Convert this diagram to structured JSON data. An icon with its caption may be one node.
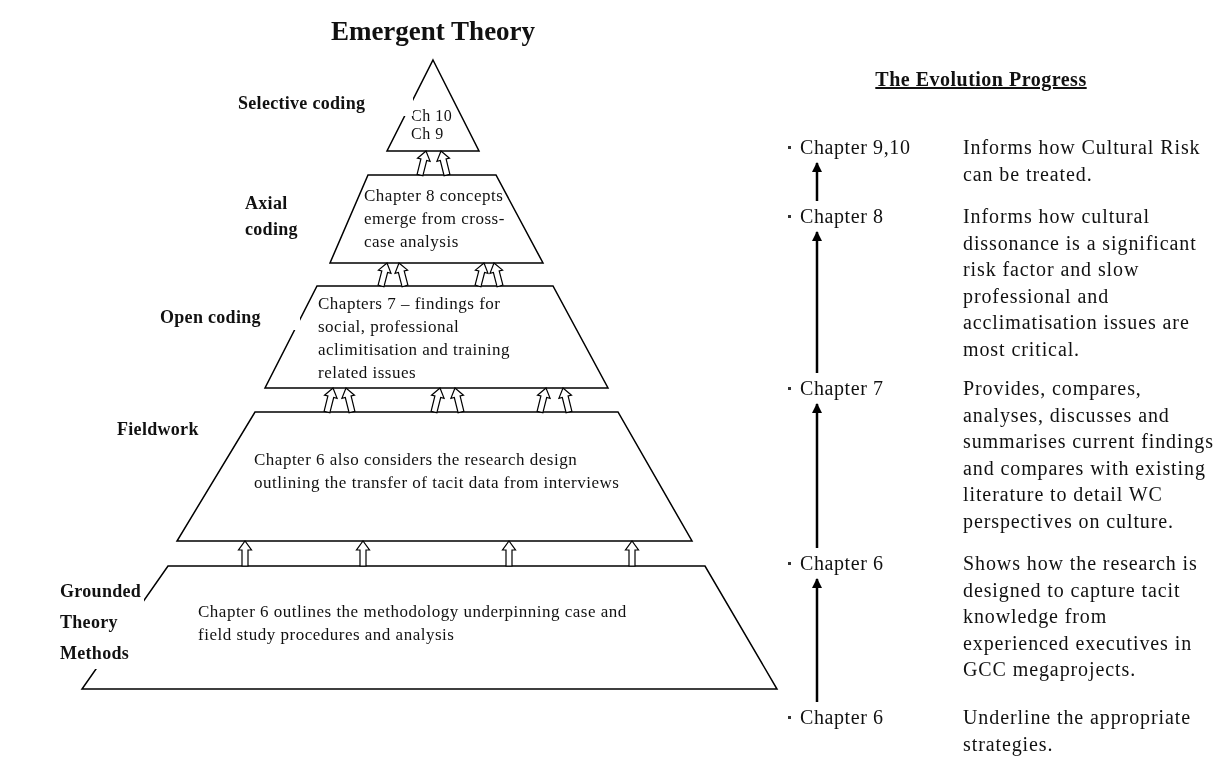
{
  "diagram": {
    "title": "Emergent Theory",
    "nodes": [
      {
        "text": [
          "Ch 10 Ch 9"
        ],
        "beside": [
          "Selective coding"
        ]
      },
      {
        "text": [
          "Chapter 8 concepts emerge from cross-case analysis"
        ],
        "beside": [
          "Axial coding"
        ]
      },
      {
        "text": [
          "Chapters 7 – findings for social, professional aclimitisation and training related issues"
        ],
        "beside": [
          "Open coding"
        ]
      },
      {
        "text": [
          "Chapter 6 also considers the research design outlining the transfer of tacit data from interviews"
        ],
        "beside": [
          "Fieldwork"
        ]
      },
      {
        "text": [
          "Chapter 6 outlines the methodology underpinning case and field study procedures and analysis"
        ],
        "beside": [
          "Grounded Theory Methods"
        ]
      },
      {
        "text": [
          "Chapter 9,10"
        ],
        "beside": [
          "Informs how Cultural Risk can be treated."
        ]
      },
      {
        "text": [
          "Chapter 8"
        ],
        "beside": [
          "Informs how cultural dissonance is a significant risk factor and slow professional and acclimatisation issues are most critical."
        ]
      },
      {
        "text": [
          "Chapter 7"
        ],
        "beside": [
          "Provides, compares, analyses, discusses and summarises current findings and compares with existing literature to detail WC perspectives on culture."
        ]
      },
      {
        "text": [
          "Chapter 6"
        ],
        "beside": [
          "Shows how the research is designed to capture tacit knowledge from experienced executives in GCC megaprojects."
        ]
      },
      {
        "text": [
          "Chapter 6"
        ],
        "beside": [
          "Underline the appropriate strategies."
        ]
      }
    ],
    "edges": [
      {
        "from": 4,
        "to": 3,
        "arrow": "to"
      },
      {
        "from": 4,
        "to": 3,
        "arrow": "to"
      },
      {
        "from": 4,
        "to": 3,
        "arrow": "to"
      },
      {
        "from": 4,
        "to": 3,
        "arrow": "to"
      },
      {
        "from": 3,
        "to": 2,
        "arrow": "to"
      },
      {
        "from": 3,
        "to": 2,
        "arrow": "to"
      },
      {
        "from": 3,
        "to": 2,
        "arrow": "to"
      },
      {
        "from": 3,
        "to": 2,
        "arrow": "to"
      },
      {
        "from": 3,
        "to": 2,
        "arrow": "to"
      },
      {
        "from": 3,
        "to": 2,
        "arrow": "to"
      },
      {
        "from": 2,
        "to": 1,
        "arrow": "to"
      },
      {
        "from": 2,
        "to": 1,
        "arrow": "to"
      },
      {
        "from": 2,
        "to": 1,
        "arrow": "to"
      },
      {
        "from": 2,
        "to": 1,
        "arrow": "to"
      },
      {
        "from": 1,
        "to": 0,
        "arrow": "to"
      },
      {
        "from": 1,
        "to": 0,
        "arrow": "to"
      },
      {
        "from": 9,
        "to": 8,
        "arrow": "to"
      },
      {
        "from": 8,
        "to": 7,
        "arrow": "to"
      },
      {
        "from": 7,
        "to": 6,
        "arrow": "to"
      },
      {
        "from": 6,
        "to": 5,
        "arrow": "to"
      }
    ],
    "labels": [
      "The Evolution Progress"
    ]
  }
}
